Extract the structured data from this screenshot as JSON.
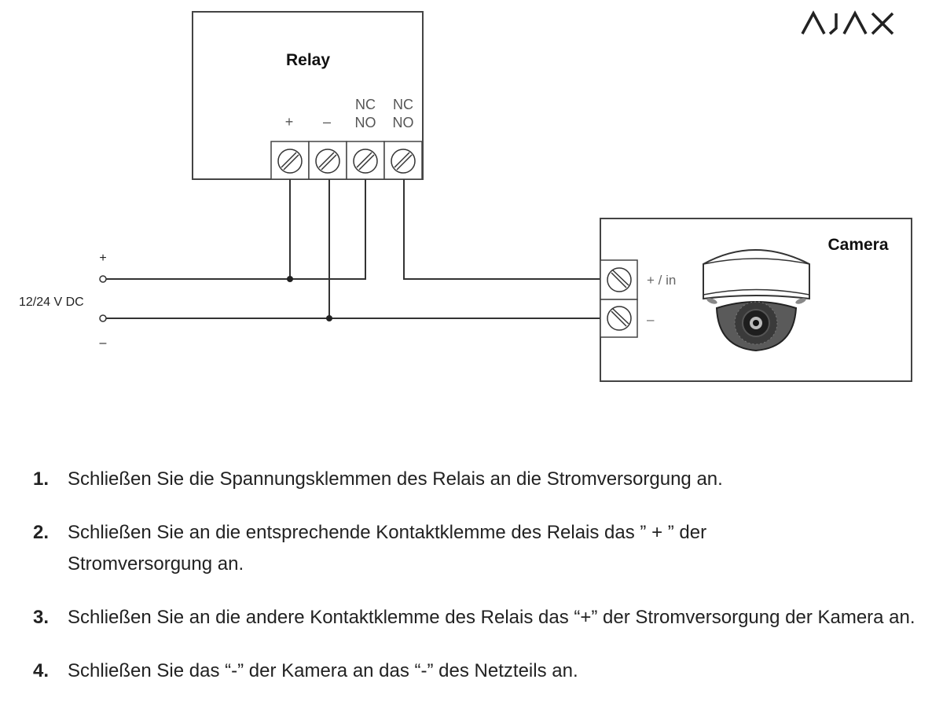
{
  "logo": "AJAX",
  "relay": {
    "title": "Relay",
    "terminals": [
      "+",
      "–",
      "NC\nNO",
      "NC\nNO"
    ],
    "plus": "+",
    "minus": "–",
    "nc": "NC",
    "no": "NO"
  },
  "power": {
    "plus": "+",
    "label": "12/24 V DC",
    "minus": "–"
  },
  "camera": {
    "title": "Camera",
    "plus_in": "+ / in",
    "minus": "–"
  },
  "steps": [
    {
      "num": "1.",
      "text": "Schließen Sie die Spannungsklemmen des Relais an die Stromversorgung an."
    },
    {
      "num": "2.",
      "text": "Schließen Sie an die entsprechende Kontaktklemme des Relais das ” + ” der Stromversorgung an."
    },
    {
      "num": "3.",
      "text": "Schließen Sie an die andere Kontaktklemme des Relais das “+” der Stromversorgung der Kamera an."
    },
    {
      "num": "4.",
      "text": "Schließen Sie das “-” der Kamera an das “-” des Netzteils an."
    }
  ]
}
